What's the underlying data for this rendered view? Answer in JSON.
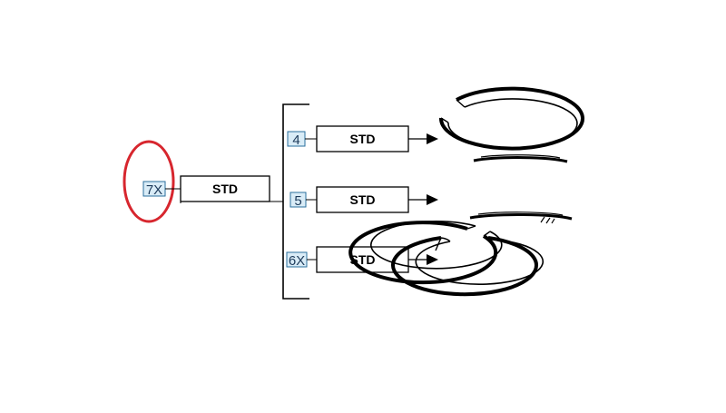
{
  "diagram": {
    "main": {
      "callout": "7X",
      "label": "STD"
    },
    "branches": [
      {
        "callout": "4",
        "label": "STD",
        "ring": "top-compression-ring-icon"
      },
      {
        "callout": "5",
        "label": "STD",
        "ring": "second-compression-ring-icon"
      },
      {
        "callout": "6X",
        "label": "STD",
        "ring": "oil-control-ring-icon"
      }
    ],
    "highlight": {
      "target": "7X",
      "color": "#d7262e"
    },
    "colors": {
      "line": "#000000",
      "callout_fill": "#d9ecf7",
      "callout_border": "#2a6f9e"
    }
  }
}
